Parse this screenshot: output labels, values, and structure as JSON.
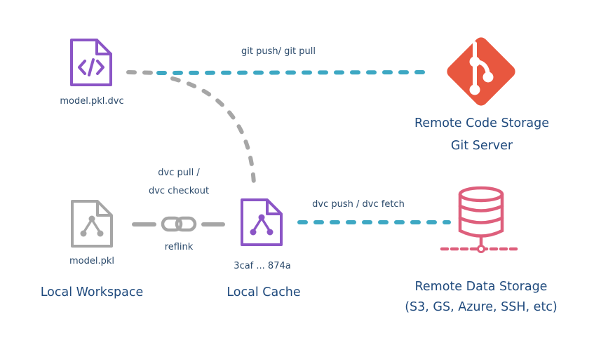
{
  "nodes": {
    "dvc_file": {
      "filename": "model.pkl.dvc",
      "icon": "code-file-icon"
    },
    "workspace_file": {
      "filename": "model.pkl",
      "title": "Local Workspace",
      "icon": "model-file-icon"
    },
    "cache_file": {
      "hash": "3caf ... 874a",
      "title": "Local Cache",
      "icon": "model-file-icon"
    },
    "git_server": {
      "title_line1": "Remote Code Storage",
      "title_line2": "Git Server",
      "icon": "git-logo-icon"
    },
    "data_storage": {
      "title_line1": "Remote Data Storage",
      "title_line2": "(S3, GS, Azure, SSH, etc)",
      "icon": "database-icon"
    }
  },
  "edges": {
    "git": {
      "label": "git push/ git pull"
    },
    "pull": {
      "label_line1": "dvc pull /",
      "label_line2": "dvc checkout"
    },
    "reflink": {
      "label": "reflink",
      "icon": "link-icon"
    },
    "push": {
      "label": "dvc push / dvc fetch"
    }
  },
  "colors": {
    "purple": "#8b55c6",
    "gray": "#a6a6a6",
    "teal": "#3ea8c3",
    "git_orange": "#e8573f",
    "db_pink": "#de5f7c",
    "text_dark_blue": "#1f4a7d"
  }
}
